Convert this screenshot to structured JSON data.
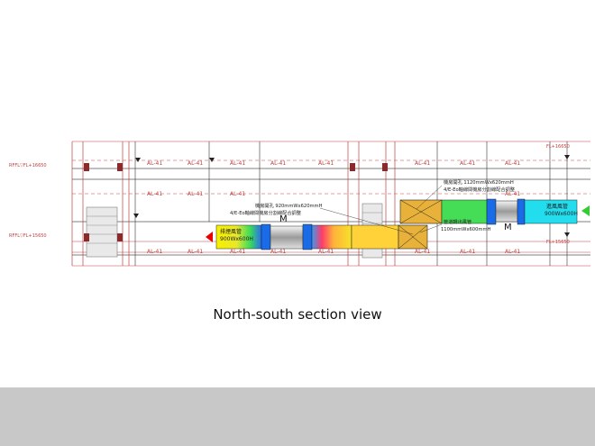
{
  "caption": "North-south section view",
  "labels": {
    "upper_opening_line1": "機房開孔 1120mmWx620mmH",
    "upper_opening_line2": "4/E-Eo軸線間機房分割線配合調整",
    "lower_opening_line1": "機房開孔 920mmWx620mmH",
    "lower_opening_line2": "4/E-Eo軸線間機房分割線配合調整",
    "transfer_duct_line1": "管道轉出風管",
    "transfer_duct_line2": "1100mmWx600mmH",
    "left_duct_name": "排煙風管",
    "left_duct_size": "900Wx600H",
    "right_duct_name": "進風風管",
    "right_duct_size": "900Wx600H",
    "motor_left": "M",
    "motor_right": "M",
    "grid_tag": "AL-41",
    "level_left_upper": "RFFL▽FL+16650",
    "level_left_lower": "RFFL▽FL+15650",
    "level_right_upper": "FL+16650",
    "level_right_lower": "FL+15650"
  },
  "colors": {
    "exhaust_arrow": "#e60000",
    "intake_arrow": "#33cc33",
    "duct_yellow": "#f7f000",
    "duct_green": "#44dd55",
    "duct_cyan": "#22ddee",
    "opening_fill": "#e8b23a",
    "grid_red": "#c04040",
    "footer_gray": "#c8c8c8"
  }
}
